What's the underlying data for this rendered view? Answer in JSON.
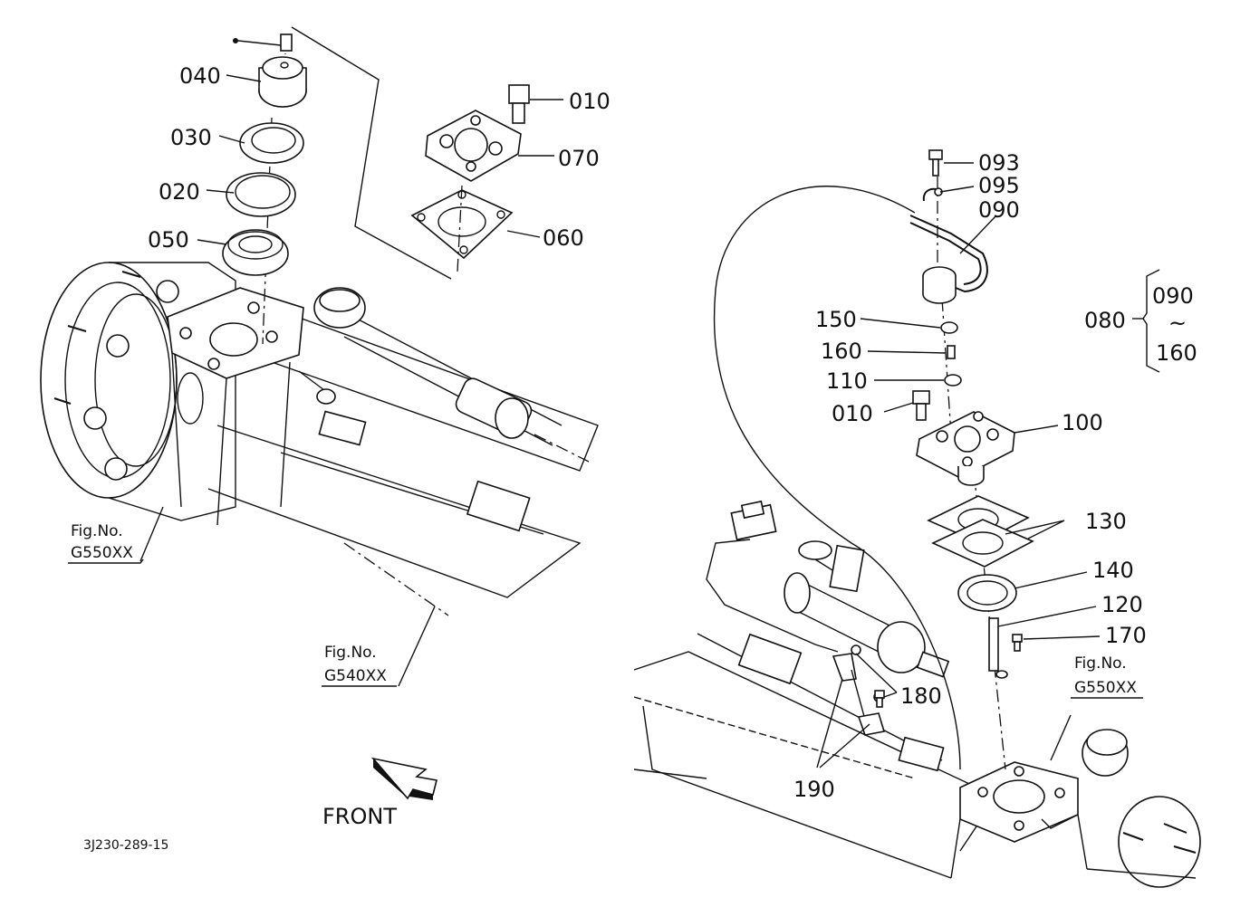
{
  "callouts": {
    "c040": "040",
    "c030": "030",
    "c020": "020",
    "c050": "050",
    "c010_left": "010",
    "c070": "070",
    "c060": "060",
    "c093": "093",
    "c095": "095",
    "c090": "090",
    "c150": "150",
    "c160": "160",
    "c110": "110",
    "c010_right": "010",
    "c100": "100",
    "c130": "130",
    "c140": "140",
    "c120": "120",
    "c170": "170",
    "c180": "180",
    "c190": "190"
  },
  "group": {
    "label": "080",
    "top": "090",
    "tilde": "~",
    "bottom": "160"
  },
  "fig_refs": {
    "left_1": {
      "line1": "Fig.No.",
      "line2": "G550XX"
    },
    "left_2": {
      "line1": "Fig.No.",
      "line2": "G540XX"
    },
    "right": {
      "line1": "Fig.No.",
      "line2": "G550XX"
    }
  },
  "front_label": "FRONT",
  "drawing_code": "3J230-289-15"
}
